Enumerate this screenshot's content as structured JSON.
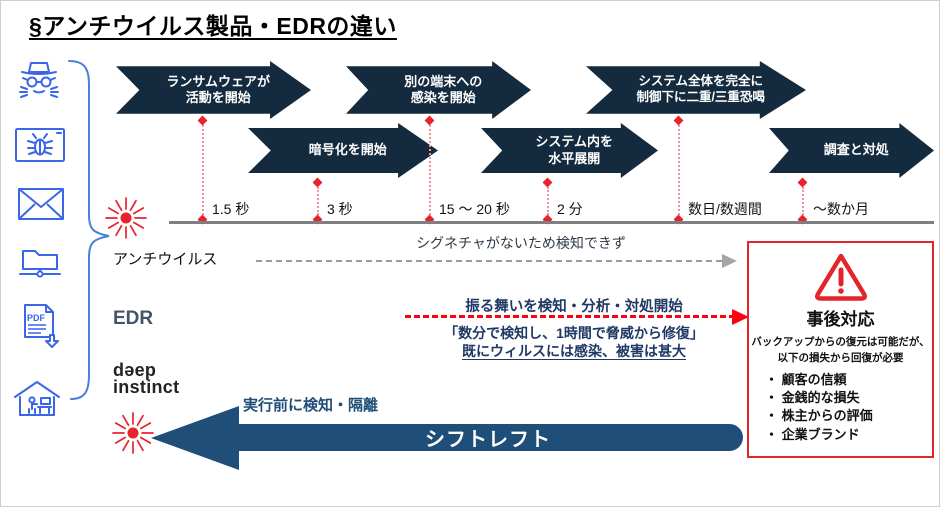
{
  "title": "§アンチウイルス製品・EDRの違い",
  "threat_icons": [
    {
      "name": "hacker-icon"
    },
    {
      "name": "malware-window-icon"
    },
    {
      "name": "email-icon"
    },
    {
      "name": "folder-network-icon"
    },
    {
      "name": "pdf-download-icon"
    },
    {
      "name": "remote-work-icon"
    }
  ],
  "stages": [
    {
      "line1": "ランサムウェアが",
      "line2": "活動を開始",
      "time": "1.5 秒"
    },
    {
      "line1": "暗号化を開始",
      "line2": "",
      "time": "3 秒"
    },
    {
      "line1": "別の端末への",
      "line2": "感染を開始",
      "time": "15 〜 20 秒"
    },
    {
      "line1": "システム内を",
      "line2": "水平展開",
      "time": "2 分"
    },
    {
      "line1": "システム全体を完全に",
      "line2": "制御下に二重/三重恐喝",
      "time": "数日/数週間"
    },
    {
      "line1": "調査と対処",
      "line2": "",
      "time": "〜数か月"
    }
  ],
  "antivirus": {
    "label": "アンチウイルス",
    "message": "シグネチャがないため検知できず"
  },
  "edr": {
    "label": "EDR",
    "message": "振る舞いを検知・分析・対処開始",
    "quote": "「数分で検知し、1時間で脅威から修復」",
    "damage": "既にウィルスには感染、被害は甚大"
  },
  "deep_instinct": {
    "logo_line1": "dəep",
    "logo_line2": "instinct",
    "message": "実行前に検知・隔離",
    "arrow_label": "シフトレフト"
  },
  "aftermath_box": {
    "title": "事後対応",
    "subtitle_line1": "バックアップからの復元は可能だが、",
    "subtitle_line2": "以下の損失から回復が必要",
    "bullets": [
      "顧客の信頼",
      "金銭的な損失",
      "株主からの評価",
      "企業ブランド"
    ]
  },
  "colors": {
    "stage_arrow_navy": "#142A3E",
    "accent_red": "#E8232E",
    "dashed_red": "#FF0012",
    "edr_text_navy": "#1F3864",
    "shift_arrow_blue": "#1F4E79",
    "icon_blue": "#3A66E8",
    "timeline_gray": "#7F7F7F",
    "box_border_red": "#E3242B"
  }
}
